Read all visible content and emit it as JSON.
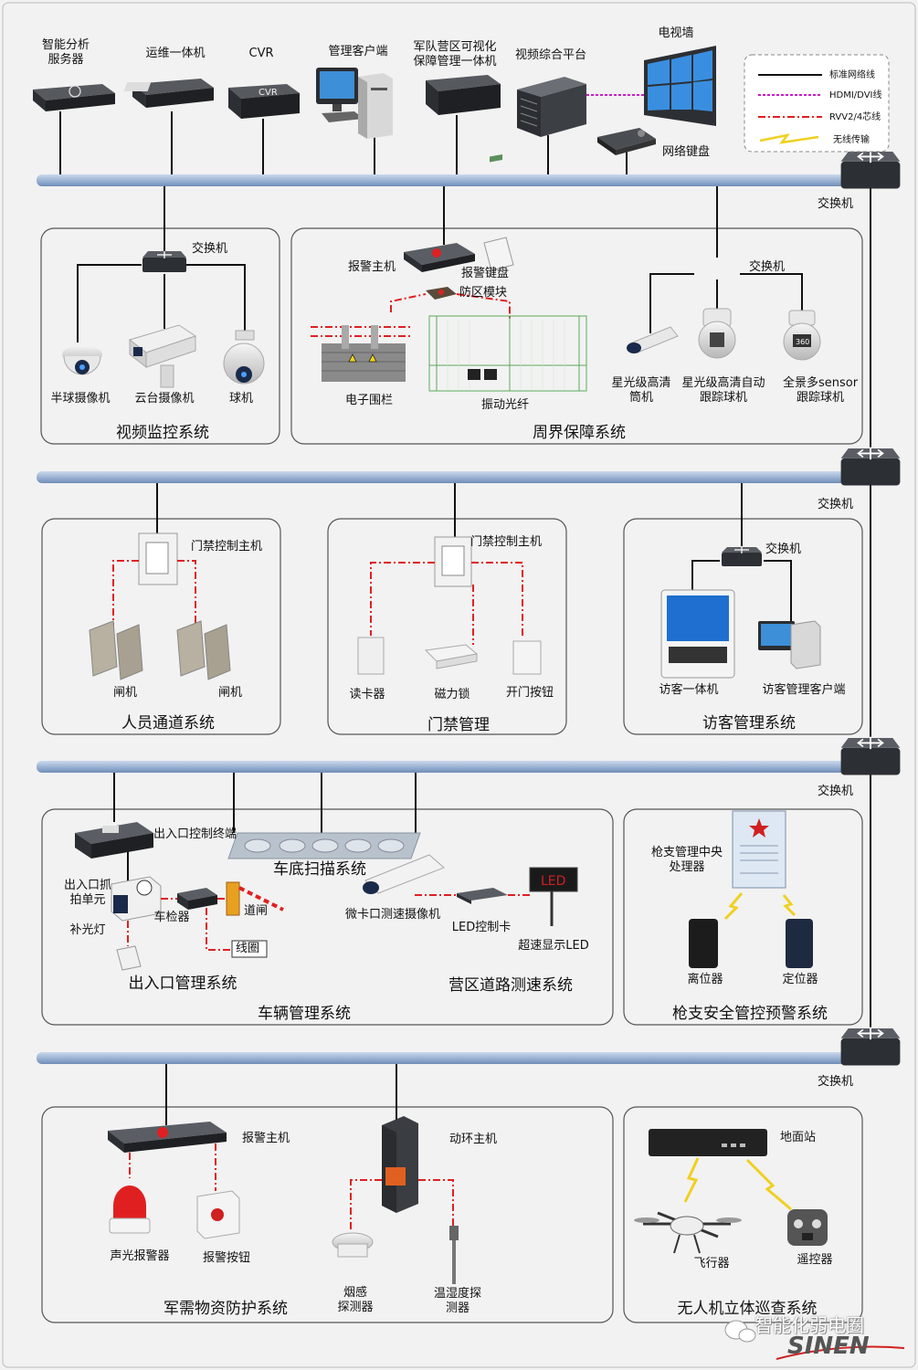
{
  "top_devices": {
    "analysis_server": "智能分析\n服务器",
    "ops_unit": "运维一体机",
    "cvr": "CVR",
    "cvr_badge": "CVR",
    "mgmt_client": "管理客户端",
    "camp_platform": "军队营区可视化\n保障管理一体机",
    "video_platform": "视频综合平台",
    "tv_wall": "电视墙",
    "net_keyboard": "网络键盘"
  },
  "legend": {
    "standard": "标准网络线",
    "hdmi": "HDMI/DVI线",
    "rvv": "RVV2/4芯线",
    "wireless": "无线传输"
  },
  "switch_label": "交换机",
  "video_system": {
    "title": "视频监控系统",
    "switch": "交换机",
    "dome": "半球摄像机",
    "ptz": "云台摄像机",
    "ball": "球机"
  },
  "perimeter_system": {
    "title": "周界保障系统",
    "alarm_host": "报警主机",
    "alarm_keyboard": "报警键盘",
    "zone_module": "防区模块",
    "electric_fence": "电子围栏",
    "vibration_fiber": "振动光纤",
    "switch": "交换机",
    "starlight_bullet": "星光级高清\n筒机",
    "starlight_tracking": "星光级高清自动\n跟踪球机",
    "panorama": "全景多sensor\n跟踪球机",
    "panorama_badge": "360"
  },
  "personnel_system": {
    "title": "人员通道系统",
    "controller": "门禁控制主机",
    "gate1": "闸机",
    "gate2": "闸机"
  },
  "access_system": {
    "title": "门禁管理",
    "controller": "门禁控制主机",
    "card_reader": "读卡器",
    "mag_lock": "磁力锁",
    "exit_button": "开门按钮"
  },
  "visitor_system": {
    "title": "访客管理系统",
    "switch": "交换机",
    "kiosk": "访客一体机",
    "client": "访客管理客户端"
  },
  "vehicle_system": {
    "title": "车辆管理系统",
    "entrance_title": "出入口管理系统",
    "speed_title": "营区道路测速系统",
    "underbody_title": "车底扫描系统",
    "entrance_terminal": "出入口控制终端",
    "capture_unit": "出入口抓\n拍单元",
    "fill_light": "补光灯",
    "detector": "车检器",
    "barrier": "道闸",
    "coil": "线圈",
    "speed_camera": "微卡口测速摄像机",
    "led_card": "LED控制卡",
    "led_display": "超速显示LED",
    "led_sign": "LED"
  },
  "weapon_system": {
    "title": "枪支安全管控预警系统",
    "processor": "枪支管理中央\n处理器",
    "leave_locator": "离位器",
    "locator": "定位器"
  },
  "supply_system": {
    "title": "军需物资防护系统",
    "alarm_host": "报警主机",
    "strobe": "声光报警器",
    "alarm_button": "报警按钮",
    "env_host": "动环主机",
    "smoke": "烟感\n探测器",
    "temp_humidity": "温湿度探\n测器"
  },
  "drone_system": {
    "title": "无人机立体巡查系统",
    "ground_station": "地面站",
    "aircraft": "飞行器",
    "remote": "遥控器"
  },
  "watermark": {
    "text": "智能化弱电圈",
    "brand": "SINEN"
  },
  "colors": {
    "bus": "#9fb6d6",
    "hdmi": "#c71fc7",
    "rvv": "#e02020",
    "wireless": "#f0d020",
    "box_border": "#555555"
  }
}
